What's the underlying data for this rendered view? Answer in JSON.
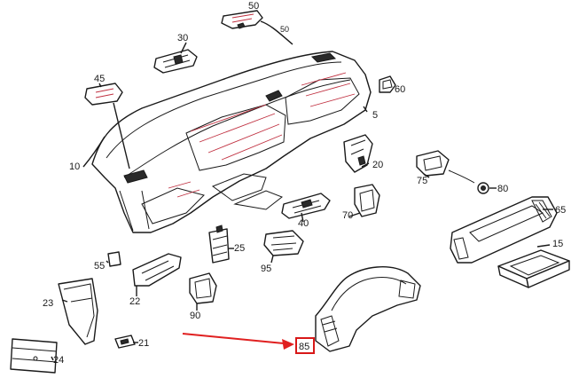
{
  "labels": {
    "p50": "50",
    "p50b": "50",
    "p30": "30",
    "p45": "45",
    "p60": "60",
    "p5": "5",
    "p10": "10",
    "p20": "20",
    "p75": "75",
    "p80": "80",
    "p65": "65",
    "p40": "40",
    "p70": "70",
    "p25": "25",
    "p15": "15",
    "p55": "55",
    "p95": "95",
    "p22": "22",
    "p23": "23",
    "p90": "90",
    "p21": "21",
    "p24": "24",
    "p85": "85"
  },
  "colors": {
    "line": "#1a1a1a",
    "hatch": "#c03040",
    "arrow": "#e02020",
    "highlight_box": "#d81818"
  },
  "highlight": {
    "part": "85"
  }
}
